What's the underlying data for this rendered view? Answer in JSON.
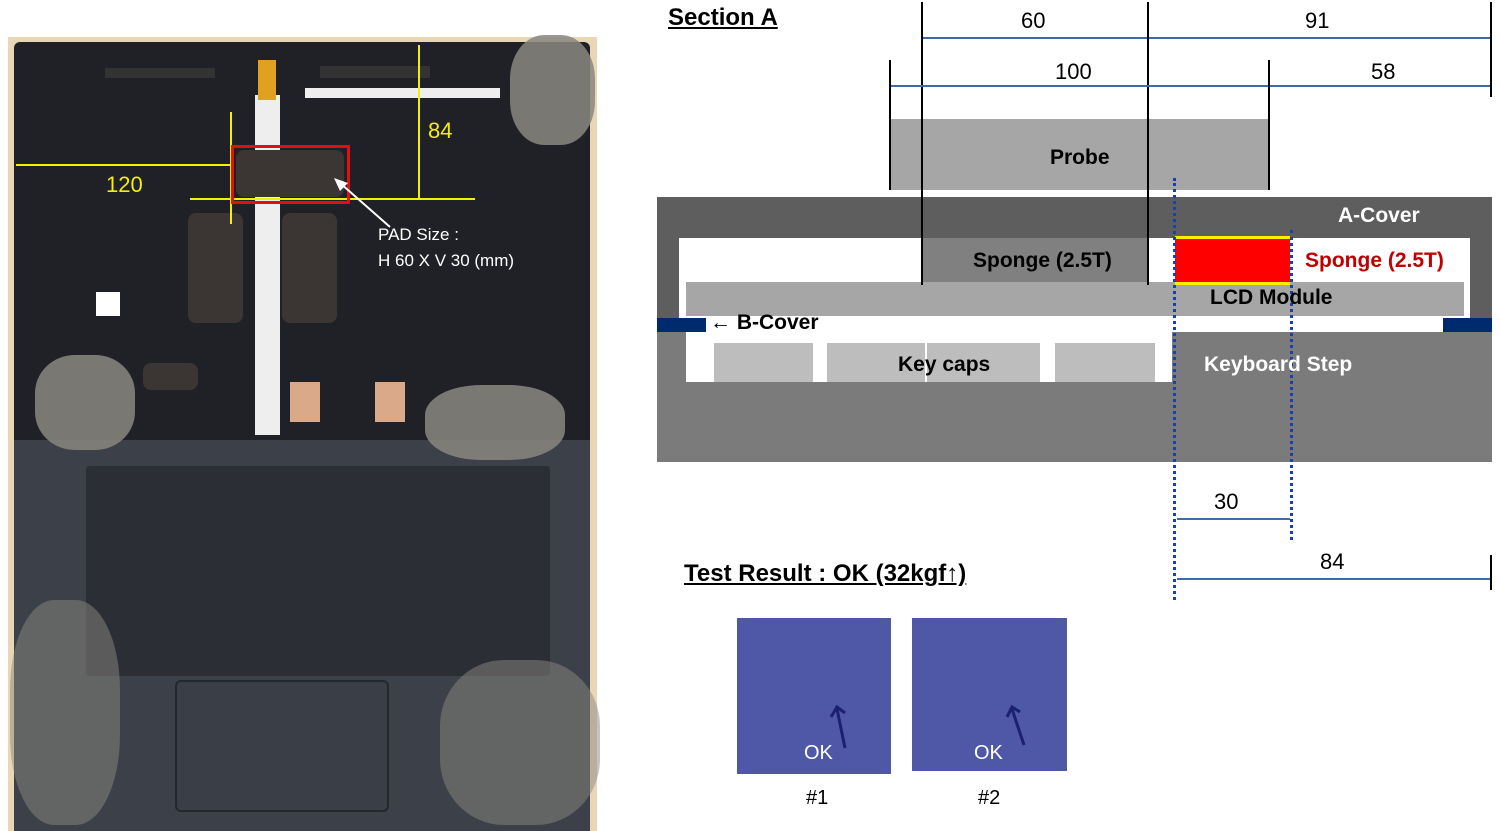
{
  "photo": {
    "dim_horizontal": "120",
    "dim_vertical": "84",
    "pad_size_label": "PAD Size :",
    "pad_size_value": "H 60 X V 30 (mm)"
  },
  "section": {
    "title": "Section A",
    "dims": {
      "d60": "60",
      "d91": "91",
      "d100": "100",
      "d58": "58",
      "d30": "30",
      "d84": "84"
    },
    "labels": {
      "probe": "Probe",
      "a_cover": "A-Cover",
      "sponge_left": "Sponge (2.5T)",
      "sponge_right": "Sponge (2.5T)",
      "lcd": "LCD Module",
      "b_cover": "← B-Cover",
      "keycaps": "Key caps",
      "keyboard_step": "Keyboard Step"
    }
  },
  "test": {
    "result": "Test Result : OK (32kgf↑)",
    "samples": [
      {
        "ok": "OK",
        "label": "#1"
      },
      {
        "ok": "OK",
        "label": "#2"
      }
    ]
  },
  "colors": {
    "sponge_red": "#ff0000",
    "highlight_yellow": "#ffee00",
    "b_cover_blue": "#002a6e",
    "dotted_blue": "#1a3fb0"
  }
}
